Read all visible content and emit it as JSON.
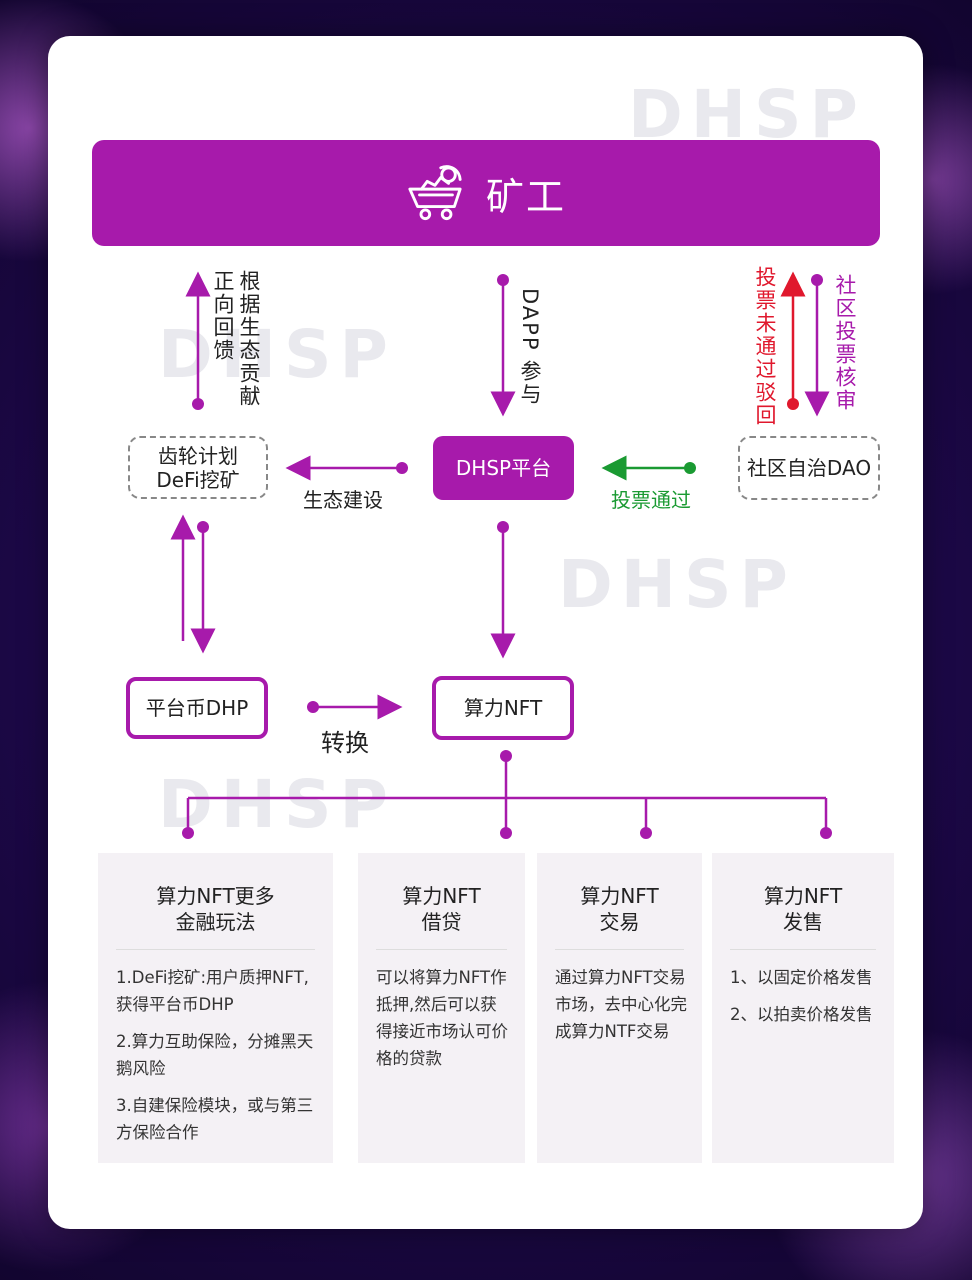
{
  "watermark": "DHSP",
  "header": {
    "title": "矿工",
    "icon": "mining-cart-icon"
  },
  "colors": {
    "accent": "#a71aab",
    "red": "#e0182d",
    "green": "#1a9a32",
    "text": "#222222"
  },
  "left_feedback": {
    "line1": "正向回馈",
    "line2": "根据生态贡献"
  },
  "center_flow": {
    "label": "DAPP 参与"
  },
  "right_feedback": {
    "rejected": "投票未通过驳回",
    "review": "社区投票核审"
  },
  "nodes": {
    "gear_plan": {
      "line1": "齿轮计划",
      "line2": "DeFi挖矿"
    },
    "platform": "DHSP平台",
    "dao": "社区自治DAO",
    "coin": "平台币DHP",
    "nft": "算力NFT"
  },
  "edges": {
    "eco_build": "生态建设",
    "vote_pass": "投票通过",
    "convert": "转换"
  },
  "panels": [
    {
      "title_line1": "算力NFT更多",
      "title_line2": "金融玩法",
      "items": [
        "1.DeFi挖矿:用户质押NFT,获得平台币DHP",
        "2.算力互助保险，分摊黑天鹅风险",
        "3.自建保险模块，或与第三方保险合作"
      ]
    },
    {
      "title_line1": "算力NFT",
      "title_line2": "借贷",
      "items": [
        "可以将算力NFT作抵押,然后可以获得接近市场认可价格的贷款"
      ]
    },
    {
      "title_line1": "算力NFT",
      "title_line2": "交易",
      "items": [
        "通过算力NFT交易市场，去中心化完成算力NTF交易"
      ]
    },
    {
      "title_line1": "算力NFT",
      "title_line2": "发售",
      "items": [
        "1、以固定价格发售",
        "2、以拍卖价格发售"
      ]
    }
  ]
}
